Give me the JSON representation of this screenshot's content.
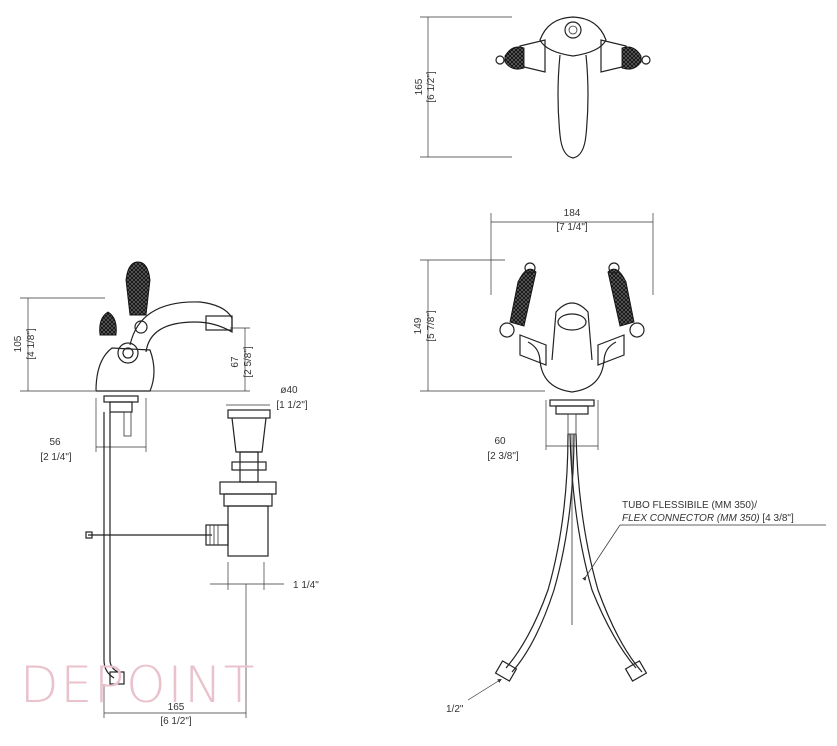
{
  "dimensions": {
    "top_height_mm": "165",
    "top_height_in": "[6 1/2\"]",
    "front_width_mm": "184",
    "front_width_in": "[7 1/4\"]",
    "front_height_mm": "149",
    "front_height_in": "[5 7/8\"]",
    "front_base_mm": "60",
    "front_base_in": "[2 3/8\"]",
    "side_height_mm": "105",
    "side_height_in": "[4 1/8\"]",
    "spout_height_mm": "67",
    "spout_height_in": "[2 5/8\"]",
    "drain_dia_mm": "ø40",
    "drain_dia_in": "[1 1/2\"]",
    "side_base_mm": "56",
    "side_base_in": "[2 1/4\"]",
    "trap_thread": "1 1/4\"",
    "side_depth_mm": "165",
    "side_depth_in": "[6 1/2\"]",
    "inlet_thread": "1/2\""
  },
  "notes": {
    "flex_line1": "TUBO FLESSIBILE (MM 350)/",
    "flex_line2": "FLEX CONNECTOR (MM 350)",
    "flex_line2_suffix": " [4 3/8\"]"
  },
  "brand": {
    "logo_text": "DEPOINT",
    "logo_color": "#e9c2cc"
  }
}
